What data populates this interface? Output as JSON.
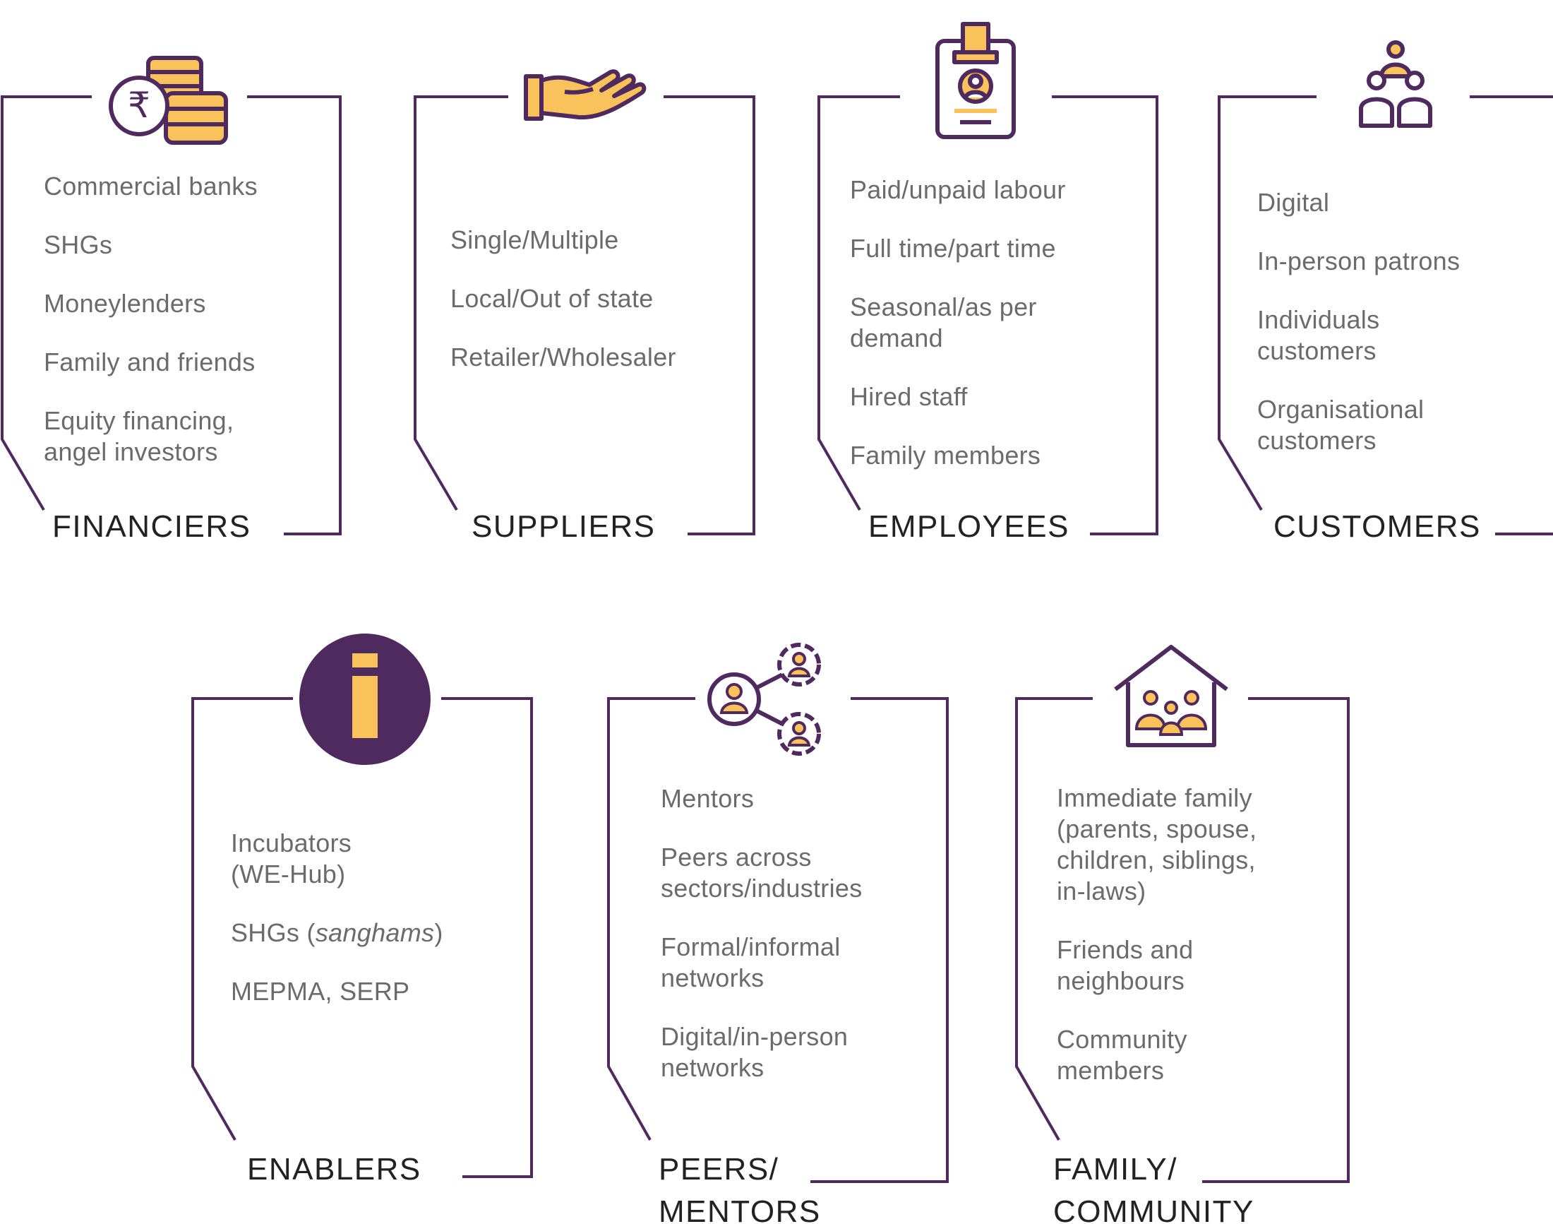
{
  "colors": {
    "frame": "#4e2a5e",
    "accent": "#f9c25b",
    "text": "#6b6b6b",
    "title": "#222222"
  },
  "stakeholders": [
    {
      "icon": "rupee-coins-icon",
      "title": "FINANCIERS",
      "items": [
        "Commercial banks",
        "SHGs",
        "Moneylenders",
        "Family and friends",
        "Equity financing, angel investors"
      ]
    },
    {
      "icon": "giving-hand-icon",
      "title": "SUPPLIERS",
      "items": [
        "Single/Multiple",
        "Local/Out of state",
        "Retailer/Wholesaler"
      ]
    },
    {
      "icon": "id-badge-icon",
      "title": "EMPLOYEES",
      "items": [
        "Paid/unpaid labour",
        "Full time/part time",
        "Seasonal/as per demand",
        "Hired staff",
        "Family members"
      ]
    },
    {
      "icon": "people-group-icon",
      "title": "CUSTOMERS",
      "items": [
        "Digital",
        "In-person patrons",
        "Individuals customers",
        "Organisational customers"
      ]
    },
    {
      "icon": "info-icon",
      "title": "ENABLERS",
      "items": [
        "Incubators (WE-Hub)",
        "MEPMA, SERP"
      ],
      "shgs_prefix": "SHGs (",
      "shgs_italic": "sanghams",
      "shgs_suffix": ")"
    },
    {
      "icon": "network-icon",
      "title_line1": "PEERS/",
      "title_line2": "MENTORS",
      "items": [
        "Mentors",
        "Peers across sectors/industries",
        "Formal/informal networks",
        "Digital/in-person networks"
      ]
    },
    {
      "icon": "family-house-icon",
      "title_line1": "FAMILY/",
      "title_line2": "COMMUNITY",
      "items": [
        "Immediate family (parents, spouse, children, siblings, in-laws)",
        "Friends and neighbours",
        "Community members"
      ]
    }
  ]
}
